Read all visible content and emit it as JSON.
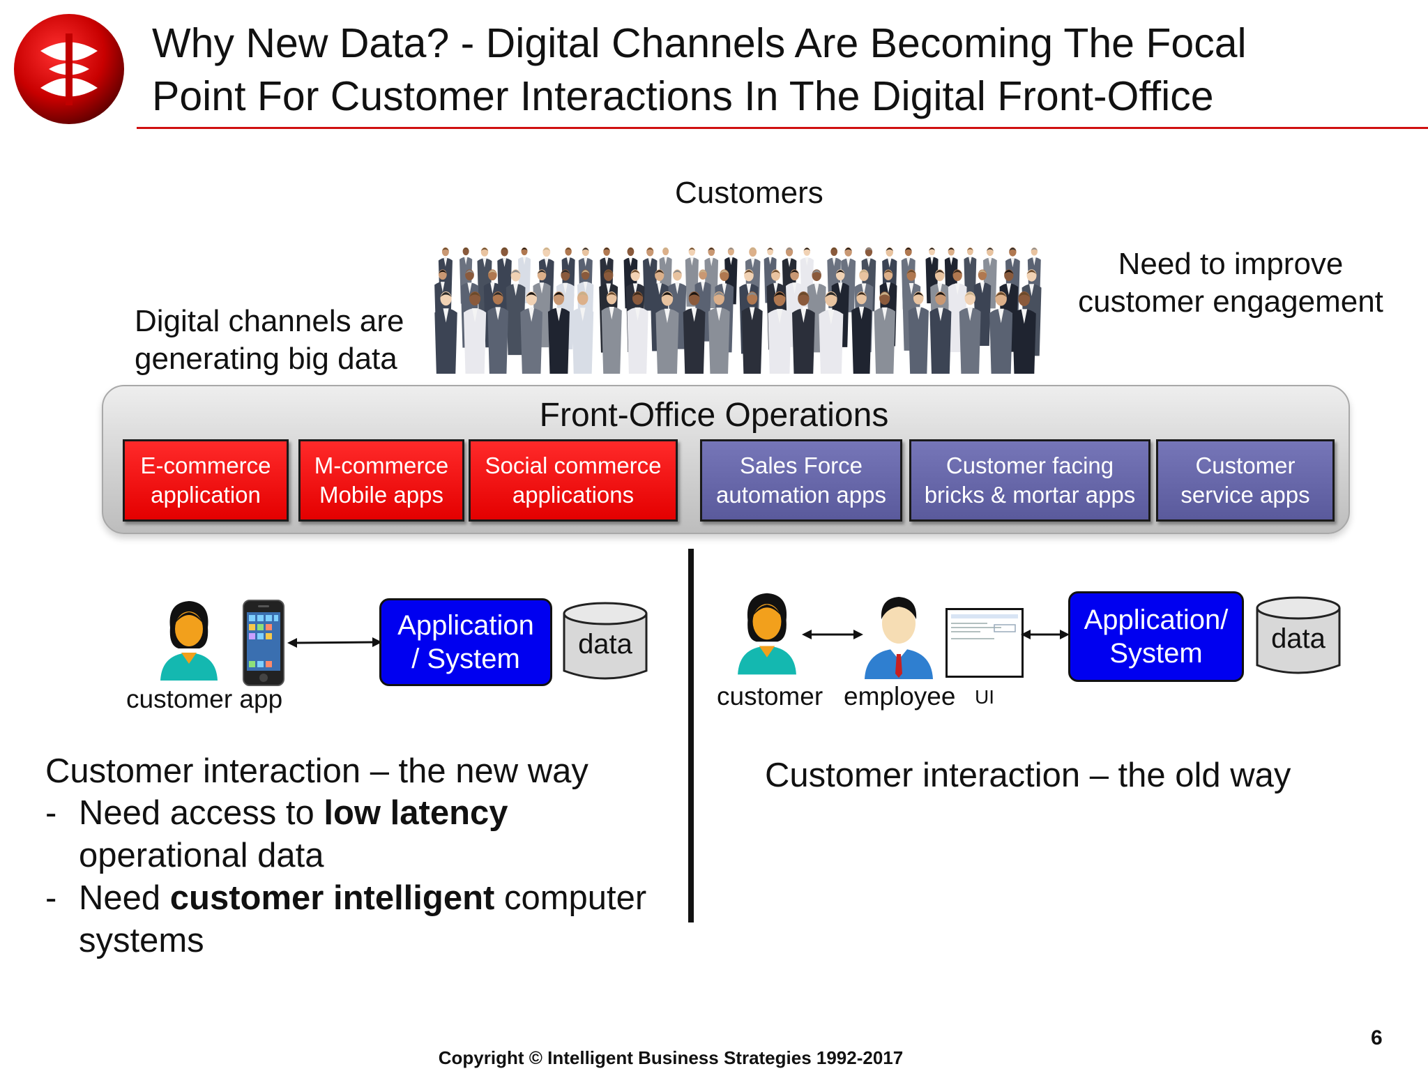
{
  "header": {
    "title_line1": "Why New Data? - Digital Channels Are Becoming The Focal",
    "title_line2": "Point For Customer Interactions In The Digital Front-Office",
    "logo_icon": "ibs-logo-icon",
    "accent_color": "#d01010"
  },
  "customers": {
    "label": "Customers",
    "image": "crowd-of-business-people-image",
    "improve_line1": "Need to improve",
    "improve_line2": "customer engagement",
    "bigdata_line1": "Digital channels are",
    "bigdata_line2": "generating big data"
  },
  "front_office": {
    "title": "Front-Office Operations",
    "apps": [
      {
        "label": "E-commerce\napplication",
        "color": "red"
      },
      {
        "label": "M-commerce\nMobile apps",
        "color": "red"
      },
      {
        "label": "Social commerce\napplications",
        "color": "red"
      },
      {
        "label": "Sales Force\nautomation apps",
        "color": "blue"
      },
      {
        "label": "Customer facing\nbricks & mortar apps",
        "color": "blue"
      },
      {
        "label": "Customer\nservice apps",
        "color": "blue"
      }
    ]
  },
  "new_way": {
    "caption": "customer app",
    "system_label": "Application\n/ System",
    "data_label": "data",
    "heading": "Customer interaction – the new way",
    "bullet1_pre": "Need access to ",
    "bullet1_bold": "low latency",
    "bullet1_post": "operational data",
    "bullet2_bold": "customer intelligent",
    "bullet2_post": " computer",
    "bullet2_post2": "systems",
    "bullet_marker": "-",
    "bullet2_pre": "Need "
  },
  "old_way": {
    "caption_customer": "customer",
    "caption_employee": "employee",
    "caption_ui": "UI",
    "system_label": "Application/\nSystem",
    "data_label": "data",
    "heading": "Customer interaction – the old way"
  },
  "footer": {
    "copyright": "Copyright © Intelligent Business Strategies 1992-2017",
    "page_number": "6"
  }
}
